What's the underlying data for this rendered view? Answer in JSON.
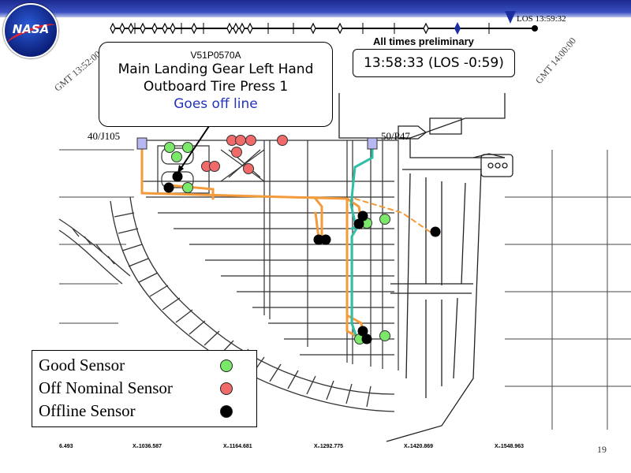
{
  "header": {
    "logo_text": "NASA",
    "gmt_start": "GMT 13:52:00",
    "gmt_end": "GMT 14:00:00",
    "los_label": "LOS 13:59:32",
    "preliminary": "All times preliminary",
    "clock": "13:58:33 (LOS -0:59)"
  },
  "callout": {
    "sensor_id": "V51P0570A",
    "line1": "Main Landing Gear Left Hand",
    "line2": "Outboard Tire Press 1",
    "status": "Goes off line"
  },
  "connectors": {
    "left": "40/J105",
    "right": "50/P47"
  },
  "legend": {
    "good": "Good Sensor",
    "off_nominal": "Off Nominal Sensor",
    "offline": "Offline Sensor"
  },
  "colors": {
    "good": "#7be86a",
    "off_nominal": "#f06a6a",
    "offline": "#000000",
    "orange_wire": "#f39a3a",
    "teal_wire": "#2fbfa6",
    "timeline_marker": "#1a2ea0"
  },
  "x_axis": {
    "labels": [
      "6.493",
      "X₀1036.587",
      "X₀1164.681",
      "X₀1292.775",
      "X₀1420.869",
      "X₀1548.963"
    ]
  },
  "page_number": "19"
}
